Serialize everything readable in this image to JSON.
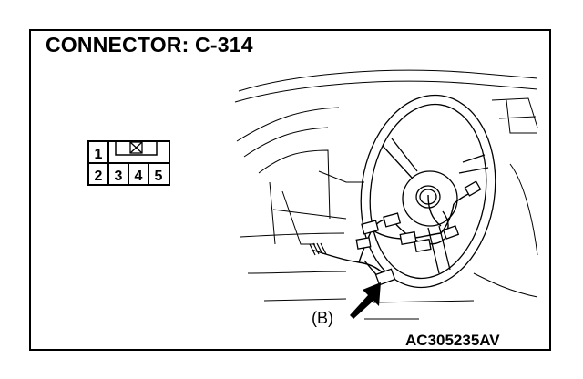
{
  "title": "CONNECTOR: C-314",
  "figure_code": "AC305235AV",
  "callout_label": "(B)",
  "connector": {
    "top_row": [
      "1"
    ],
    "bottom_row": [
      "2",
      "3",
      "4",
      "5"
    ],
    "empty_cavity_mark": "☒"
  }
}
